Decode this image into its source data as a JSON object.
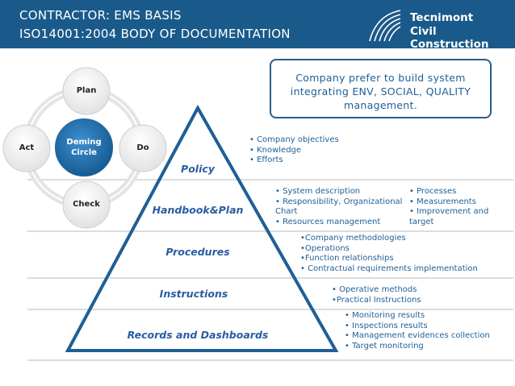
{
  "header": {
    "title_line1": "CONTRACTOR: EMS BASIS",
    "title_line2": "ISO14001:2004 BODY OF DOCUMENTATION",
    "logo_line1": "Tecnimont",
    "logo_line2": "Civil Construction"
  },
  "callout": {
    "text": "Company prefer to build system integrating ENV, SOCIAL, QUALITY management."
  },
  "cycle": {
    "center_line1": "Deming",
    "center_line2": "Circle",
    "plan": "Plan",
    "do": "Do",
    "check": "Check",
    "act": "Act"
  },
  "pyramid": {
    "policy": {
      "label": "Policy",
      "bullets": [
        "• Company objectives",
        "• Knowledge",
        "• Efforts"
      ]
    },
    "handbook": {
      "label": "Handbook&Plan",
      "bullets_left": [
        "• System description",
        "• Responsibility, Organizational",
        "Chart",
        "• Resources management"
      ],
      "bullets_right": [
        "• Processes",
        "• Measurements",
        "• Improvement and",
        "target"
      ]
    },
    "procedures": {
      "label": "Procedures",
      "bullets": [
        "•Company methodologies",
        "•Operations",
        "•Function relationships",
        "• Contractual requirements implementation"
      ]
    },
    "instructions": {
      "label": "Instructions",
      "bullets": [
        "• Operative methods",
        "•Practical Instructions"
      ]
    },
    "records": {
      "label": "Records and Dashboards",
      "bullets": [
        "• Monitoring results",
        "• Inspections results",
        "• Management evidences collection",
        "• Target monitoring"
      ]
    }
  },
  "colors": {
    "header_bg": "#1a5a8a",
    "accent_blue": "#1f5f95",
    "circle_blue": "#1f6fa8"
  }
}
